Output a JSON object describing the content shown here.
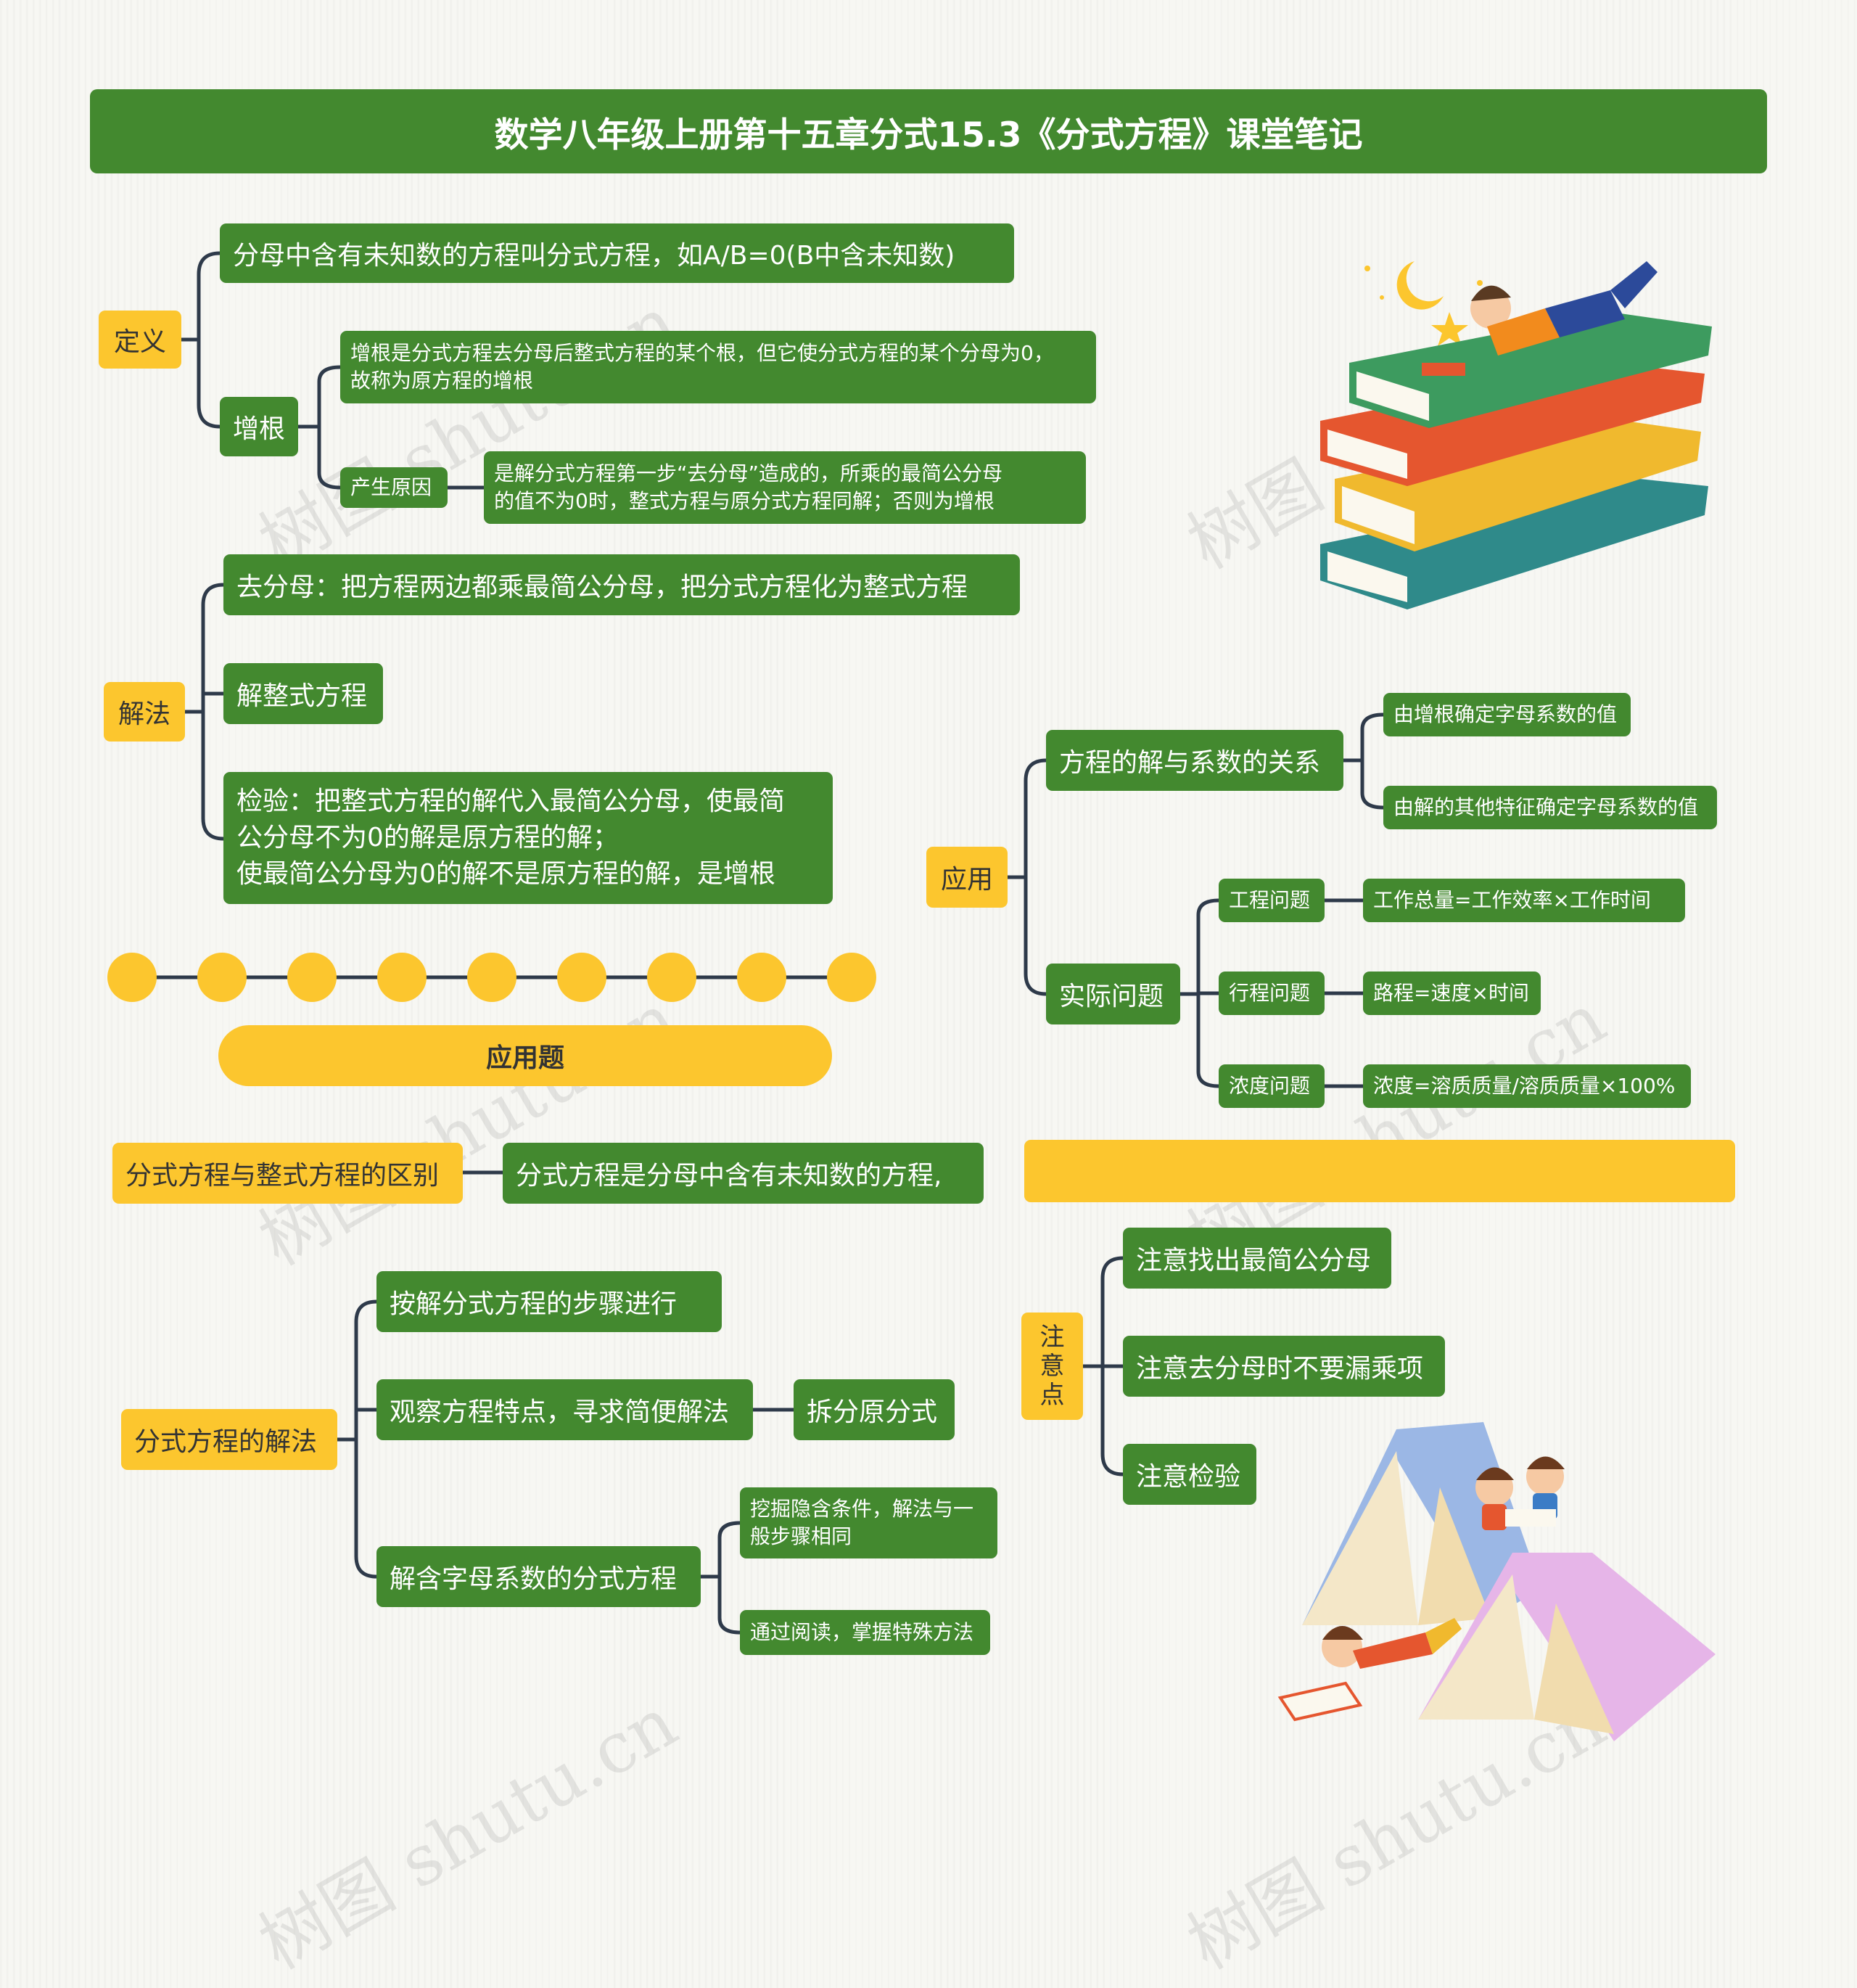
{
  "title": "数学八年级上册第十五章分式15.3《分式方程》课堂笔记",
  "definition": {
    "label": "定义",
    "text": "分母中含有未知数的方程叫分式方程，如A/B=0(B中含未知数)",
    "zenggen": {
      "label": "增根",
      "desc": "增根是分式方程去分母后整式方程的某个根，但它使分式方程的某个分母为0，\n故称为原方程的增根",
      "cause_label": "产生原因",
      "cause_text": "是解分式方程第一步“去分母”造成的，所乘的最简公分母\n的值不为0时，整式方程与原分式方程同解；否则为增根"
    }
  },
  "solution": {
    "label": "解法",
    "steps": [
      "去分母：把方程两边都乘最简公分母，把分式方程化为整式方程",
      "解整式方程",
      "检验：把整式方程的解代入最简公分母，使最简\n公分母不为0的解是原方程的解；\n使最简公分母为0的解不是原方程的解，是增根"
    ]
  },
  "application": {
    "label": "应用",
    "relation": {
      "label": "方程的解与系数的关系",
      "items": [
        "由增根确定字母系数的值",
        "由解的其他特征确定字母系数的值"
      ]
    },
    "practical": {
      "label": "实际问题",
      "items": [
        {
          "name": "工程问题",
          "formula": "工作总量=工作效率×工作时间"
        },
        {
          "name": "行程问题",
          "formula": "路程=速度×时间"
        },
        {
          "name": "浓度问题",
          "formula": "浓度=溶质质量/溶质质量×100%"
        }
      ]
    }
  },
  "applied_header": "应用题",
  "difference": {
    "label": "分式方程与整式方程的区别",
    "text": "分式方程是分母中含有未知数的方程,"
  },
  "methods": {
    "label": "分式方程的解法",
    "items": {
      "steps": "按解分式方程的步骤进行",
      "observe": "观察方程特点，寻求简便解法",
      "split": "拆分原分式",
      "letter": "解含字母系数的分式方程",
      "hidden": "挖掘隐含条件，解法与一\n般步骤相同",
      "reading": "通过阅读，掌握特殊方法"
    }
  },
  "attention": {
    "label": "注\n意\n点",
    "items": [
      "注意找出最简公分母",
      "注意去分母时不要漏乘项",
      "注意检验"
    ]
  },
  "watermark": "树图 shutu.cn",
  "colors": {
    "green": "#43892f",
    "yellow": "#fcc62e",
    "line": "#2e3a4a"
  }
}
